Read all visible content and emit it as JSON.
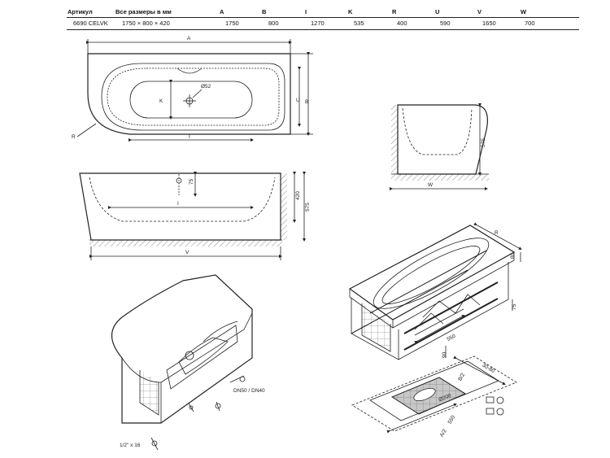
{
  "spec_table": {
    "headers": [
      "Артикул",
      "Все размеры в мм",
      "A",
      "B",
      "I",
      "K",
      "R",
      "U",
      "V",
      "W"
    ],
    "values": [
      "6690 CELVK",
      "1750 × 800 × 420",
      "1750",
      "800",
      "1270",
      "535",
      "400",
      "590",
      "1650",
      "700"
    ]
  },
  "top_view": {
    "A": "A",
    "U": "U",
    "B": "B",
    "K": "K",
    "I": "I",
    "R": "R",
    "hole": "Ø52"
  },
  "side_view": {
    "I": "I",
    "V": "V",
    "depth_420": "420",
    "height_575": "575",
    "small_75": "75"
  },
  "end_view": {
    "W": "W",
    "height_575": "575"
  },
  "frame_view": {
    "R": "R",
    "d80": "80",
    "d75": "75",
    "d550": "550",
    "d90": "90"
  },
  "floor_plan": {
    "d30": "30-80",
    "d50": "Ø200",
    "d_b2": "B/2",
    "d_550": "550",
    "d_a2": "A/2"
  },
  "bottom_view": {
    "drain": "DN50 / DN40",
    "screw": "1/2\" x 16"
  }
}
